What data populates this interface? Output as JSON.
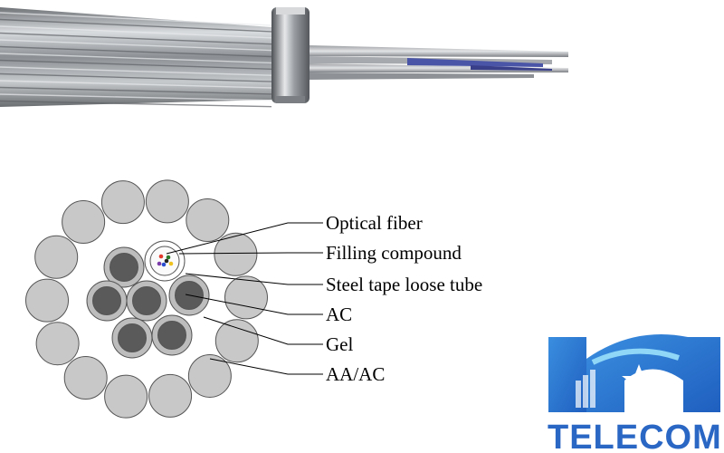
{
  "diagram": {
    "labels": [
      {
        "id": "optical-fiber",
        "text": "Optical fiber"
      },
      {
        "id": "filling-compound",
        "text": "Filling compound"
      },
      {
        "id": "steel-tape-loose-tube",
        "text": "Steel tape loose tube"
      },
      {
        "id": "ac",
        "text": "AC"
      },
      {
        "id": "gel",
        "text": "Gel"
      },
      {
        "id": "aa-ac",
        "text": "AA/AC"
      }
    ]
  },
  "logo": {
    "text": "TELECOM",
    "colors": {
      "blue_dark": "#1f5fbf",
      "blue_light": "#5fc2f0",
      "text": "#2a66c4"
    }
  },
  "colors": {
    "outer_wire": "#c8c8c8",
    "inner_ring": "#bdbdbd",
    "inner_core": "#5a5a5a",
    "tube": "#ffffff"
  }
}
